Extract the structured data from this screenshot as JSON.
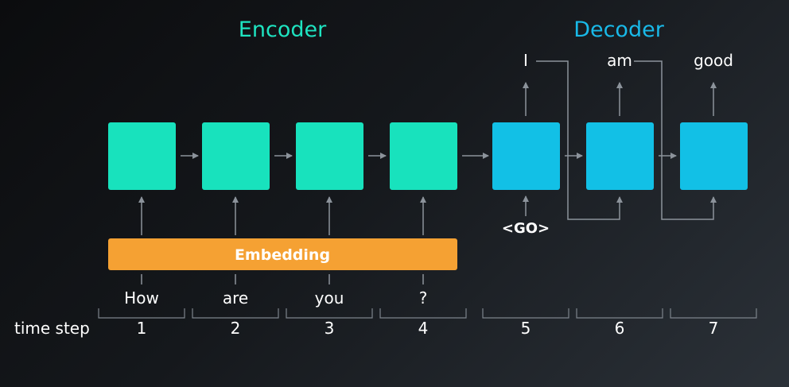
{
  "encoder": {
    "label": "Encoder",
    "color": "#1ee3c0"
  },
  "decoder": {
    "label": "Decoder",
    "color": "#19b9e8"
  },
  "embedding": {
    "label": "Embedding",
    "color": "#f5a133"
  },
  "go_token": "<GO>",
  "colors": {
    "encoder_cell": "#18e2bd",
    "decoder_cell": "#12c0e6"
  },
  "input_words": [
    "How",
    "are",
    "you",
    "?"
  ],
  "output_words": [
    "I",
    "am",
    "good"
  ],
  "time_step_label": "time step",
  "time_steps": [
    "1",
    "2",
    "3",
    "4",
    "5",
    "6",
    "7"
  ]
}
